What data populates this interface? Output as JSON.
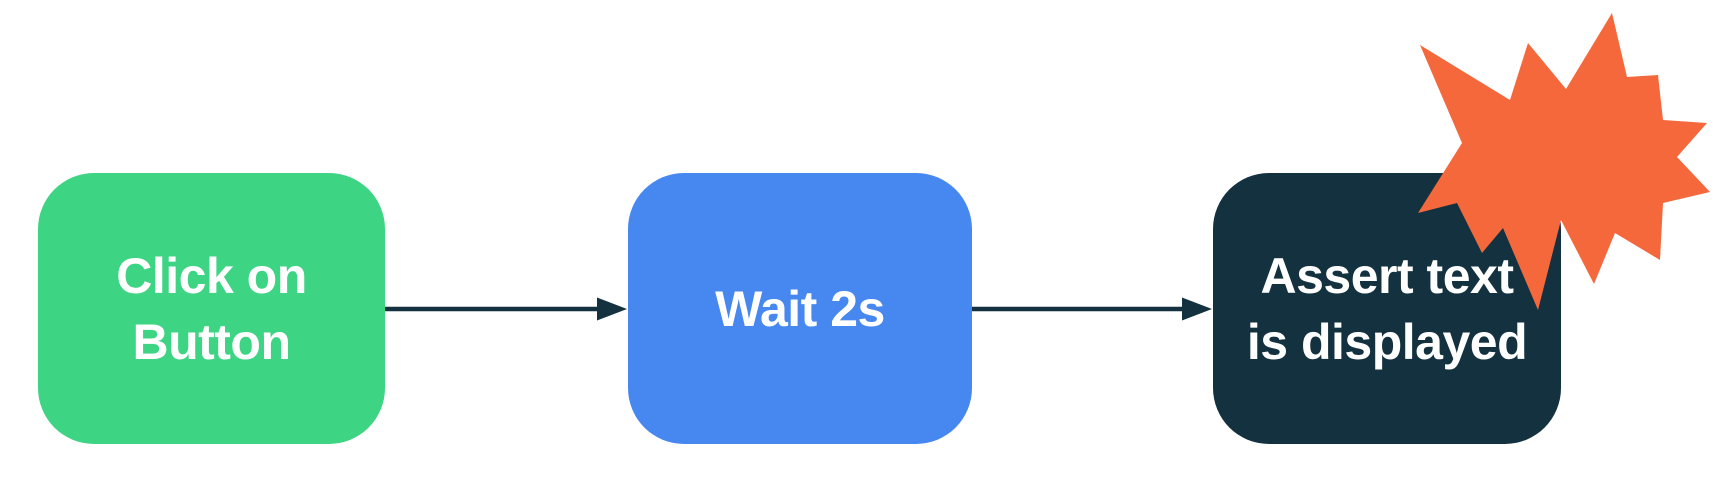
{
  "diagram": {
    "type": "flowchart",
    "background_color": "#ffffff",
    "nodes": [
      {
        "label": "Click on\nButton",
        "color": "#3DD483",
        "text_color": "#ffffff",
        "shape": "rounded-rectangle"
      },
      {
        "label": "Wait 2s",
        "color": "#4687F0",
        "text_color": "#ffffff",
        "shape": "rounded-rectangle"
      },
      {
        "label": "Assert text\nis displayed",
        "color": "#13313F",
        "text_color": "#ffffff",
        "shape": "rounded-rectangle"
      }
    ],
    "connectors": [
      {
        "from": "Click on Button",
        "to": "Wait 2s",
        "color": "#13313F",
        "style": "solid-line-right-arrow"
      },
      {
        "from": "Wait 2s",
        "to": "Assert text is displayed",
        "color": "#13313F",
        "style": "solid-line-right-arrow"
      }
    ],
    "decorations": [
      {
        "name": "explosion-starburst",
        "color": "#F4683C",
        "position": "overlapping top-right corner of assert node"
      }
    ]
  }
}
